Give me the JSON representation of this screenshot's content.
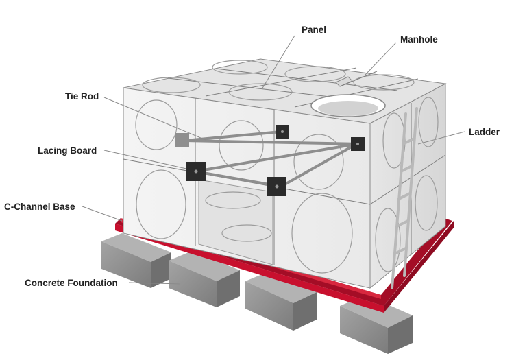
{
  "labels": {
    "panel": "Panel",
    "manhole": "Manhole",
    "tie_rod": "Tie Rod",
    "ladder": "Ladder",
    "lacing_board": "Lacing Board",
    "c_channel_base": "C-Channel Base",
    "concrete_foundation": "Concrete Foundation"
  },
  "colors": {
    "tank_face": "#f1f1f1",
    "tank_top": "#e4e4e4",
    "channel_red": "#c8102e",
    "concrete": "#8f8f8f",
    "lacing_board": "#2b2b2b",
    "label_text": "#222222"
  }
}
